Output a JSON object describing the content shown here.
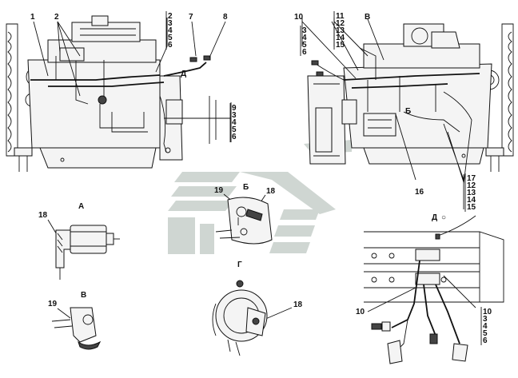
{
  "callouts": {
    "left_top": [
      "1",
      "2",
      "2"
    ],
    "left_stack_top": [
      "2",
      "3",
      "4",
      "5",
      "6"
    ],
    "left_7": "7",
    "left_8": "8",
    "left_D": "Д",
    "left_stack_mid": [
      "9",
      "3",
      "4",
      "5",
      "6"
    ],
    "right_10": "10",
    "right_stack_left": [
      "3",
      "4",
      "5",
      "6"
    ],
    "right_stack_mid": [
      "11",
      "12",
      "13",
      "14",
      "15"
    ],
    "right_V": "В",
    "right_B": "Б",
    "right_16": "16",
    "right_stack_bottom": [
      "17",
      "12",
      "13",
      "14",
      "15"
    ]
  },
  "views": {
    "A": {
      "title": "А",
      "part": "18"
    },
    "B": {
      "title": "Б",
      "parts": [
        "19",
        "18"
      ]
    },
    "V": {
      "title": "В",
      "part": "19"
    },
    "G": {
      "title": "Г",
      "part": "18"
    },
    "D": {
      "title": "Д",
      "marker": "○",
      "part_left": "10",
      "stack": [
        "10",
        "3",
        "4",
        "5",
        "6"
      ]
    }
  }
}
